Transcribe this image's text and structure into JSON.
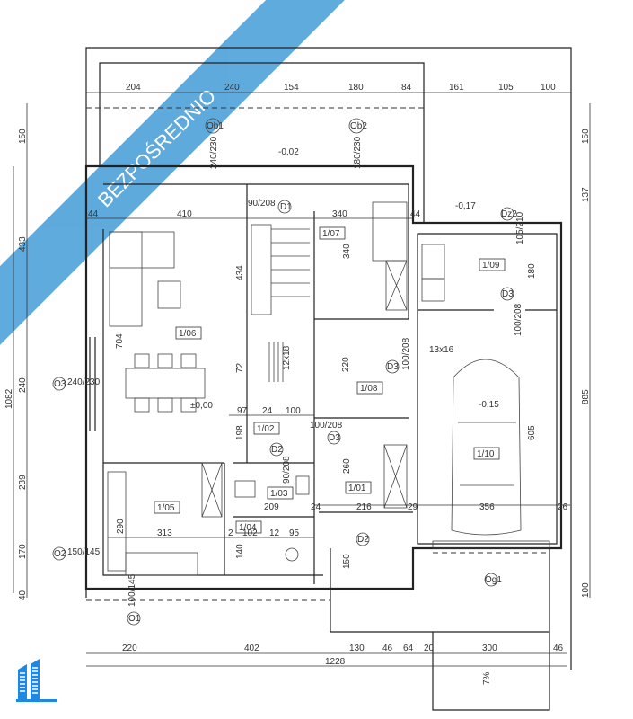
{
  "banner": {
    "text": "BEZPOŚREDNIO",
    "color": "#4a9fd8"
  },
  "logo": {
    "icon": "buildings-icon",
    "color": "#1e88e5"
  },
  "rooms": [
    "1/06",
    "1/07",
    "1/09",
    "1/08",
    "1/10",
    "1/02",
    "1/05",
    "1/03",
    "1/01",
    "1/04"
  ],
  "levels": [
    "±0,00",
    "-0,02",
    "-0,17",
    "-0,15"
  ],
  "markers": [
    "Ob1",
    "Ob2",
    "D1",
    "Dz2",
    "D3",
    "D3",
    "D3",
    "D2",
    "O3",
    "O2",
    "O1",
    "Og1",
    "D2"
  ],
  "dims_top": [
    "204",
    "240",
    "154",
    "180",
    "84",
    "161",
    "105",
    "100"
  ],
  "dims_left": [
    "150",
    "433",
    "240",
    "239",
    "170",
    "40",
    "1082"
  ],
  "dims_right": [
    "150",
    "137",
    "885",
    "100"
  ],
  "dims_bottom": [
    "220",
    "402",
    "130",
    "46",
    "64",
    "20",
    "300",
    "46"
  ],
  "dims_total": "1228",
  "dims_inner": [
    "44",
    "410",
    "340",
    "44",
    "434",
    "704",
    "340",
    "220",
    "72",
    "198",
    "97",
    "24",
    "100",
    "260",
    "209",
    "24",
    "216",
    "29",
    "356",
    "26",
    "313",
    "290",
    "95",
    "605",
    "180",
    "150",
    "12x18",
    "13x16",
    "2",
    "102",
    "12",
    "140"
  ],
  "openings": [
    "240/230",
    "180/230",
    "90/208",
    "105/210",
    "100/208",
    "100/208",
    "100/208",
    "90/208",
    "240/230",
    "150/145",
    "100/145"
  ],
  "slope": "7%"
}
